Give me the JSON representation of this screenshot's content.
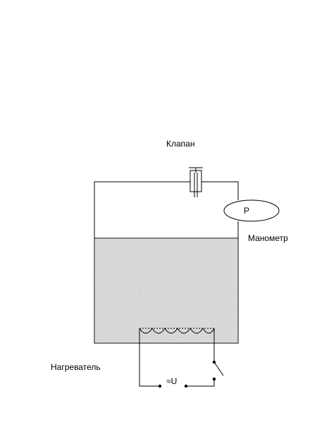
{
  "labels": {
    "valve": "Клапан",
    "manometer": "Манометр",
    "manometer_symbol": "P",
    "heater": "Нагреватель",
    "voltage": "≈U"
  },
  "colors": {
    "line": "#000000",
    "gas": "#c8c8c8",
    "background": "#ffffff"
  }
}
